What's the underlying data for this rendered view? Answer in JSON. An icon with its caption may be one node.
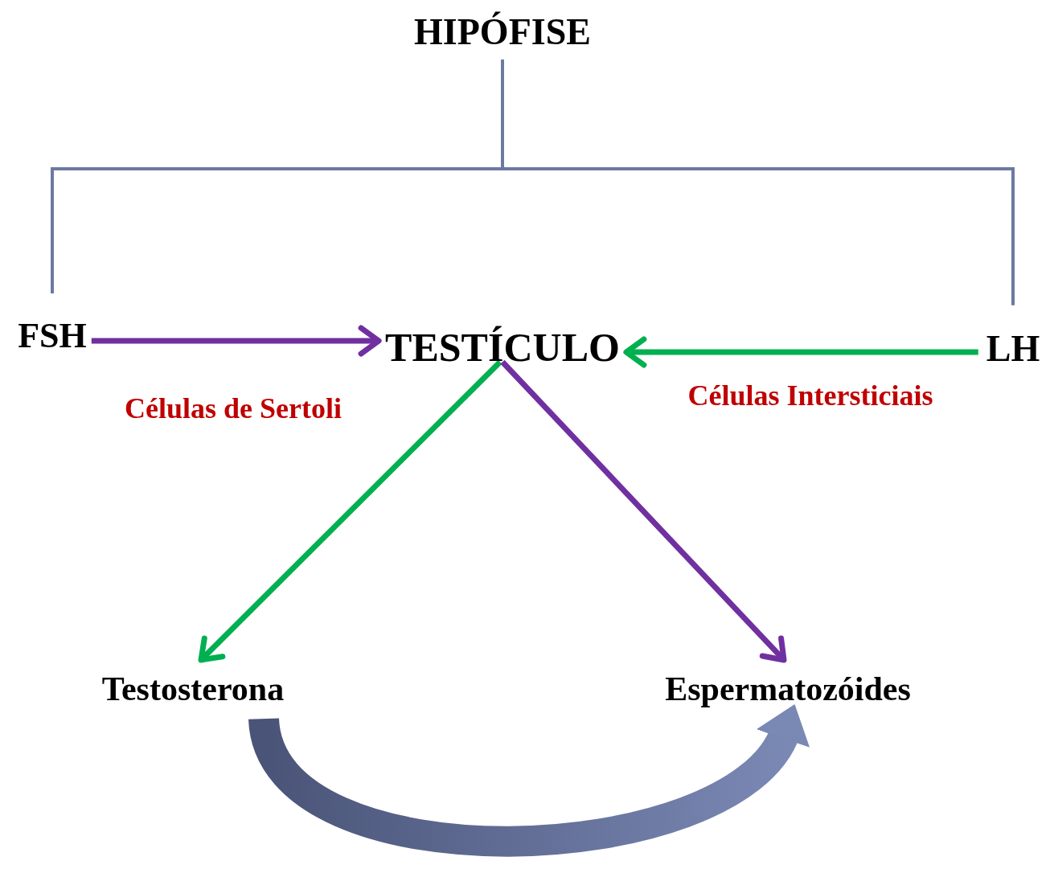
{
  "diagram": {
    "nodes": [
      {
        "text": [
          "HIPÓFISE"
        ]
      },
      {
        "text": [
          "FSH"
        ]
      },
      {
        "text": [
          "TESTÍCULO"
        ]
      },
      {
        "text": [
          "LH"
        ]
      },
      {
        "text": [
          "Testosterona"
        ]
      },
      {
        "text": [
          "Espermatozóides"
        ]
      }
    ],
    "edges": [
      {
        "from": 0,
        "to": 1,
        "arrow": "none"
      },
      {
        "from": 0,
        "to": 3,
        "arrow": "none"
      },
      {
        "from": 1,
        "to": 2,
        "arrow": "to",
        "color": "#7030a0"
      },
      {
        "from": 3,
        "to": 2,
        "arrow": "to",
        "color": "#00b050"
      },
      {
        "from": 2,
        "to": 4,
        "arrow": "to",
        "color": "#00b050"
      },
      {
        "from": 2,
        "to": 5,
        "arrow": "to",
        "color": "#7030a0"
      },
      {
        "from": 4,
        "to": 5,
        "arrow": "to",
        "style": "thick"
      }
    ],
    "labels": [
      "Células de Sertoli",
      "Células Intersticiais"
    ]
  }
}
